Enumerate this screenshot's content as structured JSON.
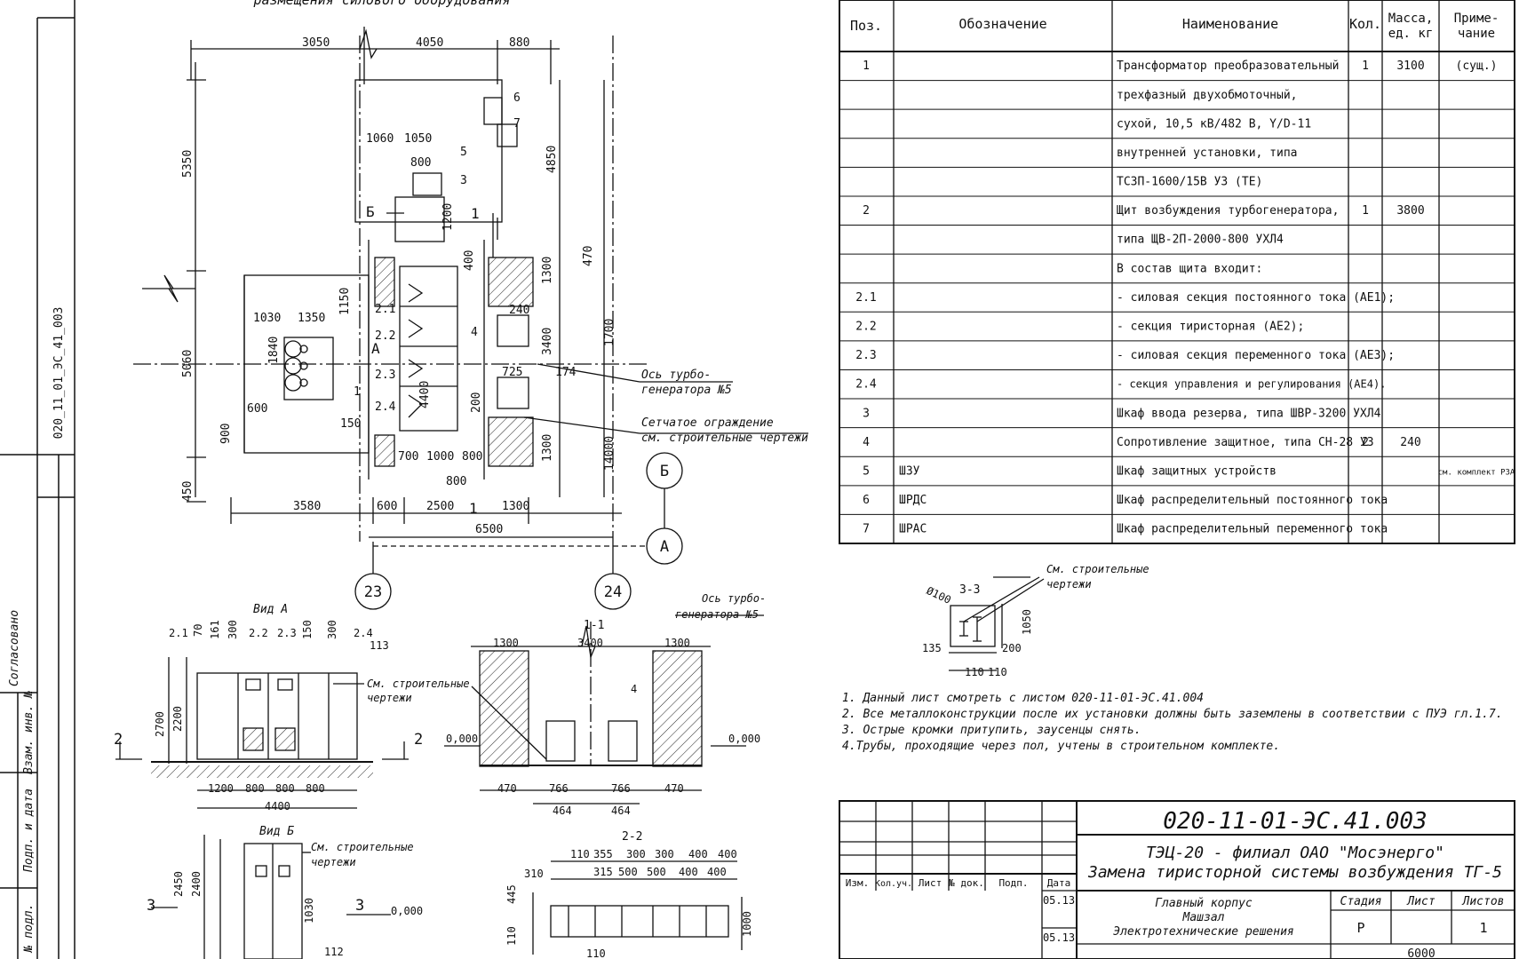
{
  "drawing": {
    "doc_code": "020-11-01-ЭС.41.003",
    "left_code": "020_11_01_ЭС_41_003",
    "top_title": "размещения силового оборудования",
    "side_labels": [
      "Согласовано",
      "Взам. инв. №",
      "Подп. и дата",
      "№ подл."
    ]
  },
  "spec_table": {
    "headers": [
      "Поз.",
      "Обозначение",
      "Наименование",
      "Кол.",
      "Масса, ед. кг",
      "Приме- чание"
    ],
    "rows": [
      [
        "1",
        "",
        "Трансформатор преобразовательный",
        "1",
        "3100",
        "(сущ.)"
      ],
      [
        "",
        "",
        "трехфазный двухобмоточный,",
        "",
        "",
        ""
      ],
      [
        "",
        "",
        "сухой, 10,5 кВ/482 В, Y/D-11",
        "",
        "",
        ""
      ],
      [
        "",
        "",
        "внутренней установки, типа",
        "",
        "",
        ""
      ],
      [
        "",
        "",
        "ТСЗП-1600/15В У3 (ТЕ)",
        "",
        "",
        ""
      ],
      [
        "2",
        "",
        "Щит возбуждения турбогенератора,",
        "1",
        "3800",
        ""
      ],
      [
        "",
        "",
        "типа ЩВ-2П-2000-800 УХЛ4",
        "",
        "",
        ""
      ],
      [
        "",
        "",
        "В состав щита входит:",
        "",
        "",
        ""
      ],
      [
        "2.1",
        "",
        "- силовая секция постоянного тока (АЕ1);",
        "",
        "",
        ""
      ],
      [
        "2.2",
        "",
        "- секция тиристорная (АЕ2);",
        "",
        "",
        ""
      ],
      [
        "2.3",
        "",
        "- силовая секция переменного тока (АЕ3);",
        "",
        "",
        ""
      ],
      [
        "2.4",
        "",
        "- секция управления и регулирования (АЕ4).",
        "",
        "",
        ""
      ],
      [
        "3",
        "",
        "Шкаф ввода резерва, типа ШВР-3200 УХЛ4",
        "",
        "",
        ""
      ],
      [
        "4",
        "",
        "Сопротивление защитное, типа СН-28 У3",
        "2",
        "240",
        ""
      ],
      [
        "5",
        "ШЗУ",
        "Шкаф защитных устройств",
        "",
        "",
        "см. комплект РЗА"
      ],
      [
        "6",
        "ШРДС",
        "Шкаф распределительный постоянного тока",
        "",
        "",
        ""
      ],
      [
        "7",
        "ШРАС",
        "Шкаф распределительный переменного тока",
        "",
        "",
        ""
      ]
    ]
  },
  "notes": [
    "1. Данный лист смотреть с листом  020-11-01-ЭС.41.004",
    "2. Все металлоконструкции после их установки должны быть заземлены в соответствии с ПУЭ гл.1.7.",
    "3. Острые кромки притупить,  заусенцы снять.",
    "4.Трубы, проходящие через пол, учтены в строительном комплекте."
  ],
  "title_block": {
    "code": "020-11-01-ЭС.41.003",
    "project_line1": "ТЭЦ-20 - филиал ОАО \"Мосэнерго\"",
    "project_line2": "Замена тиристорной системы возбуждения ТГ-5",
    "col_headers": [
      "Изм.",
      "Кол.уч.",
      "Лист",
      "№ док.",
      "Подп.",
      "Дата"
    ],
    "dates": [
      "05.13",
      "05.13"
    ],
    "object_lines": [
      "Главный корпус",
      "Машзал",
      "Электротехнические решения"
    ],
    "stage_label": "Стадия",
    "sheet_label": "Лист",
    "sheets_label": "Листов",
    "stage": "Р",
    "sheets": "1",
    "bottom_value": "6000"
  },
  "plan": {
    "dims_top": [
      "3050",
      "4050",
      "880"
    ],
    "dims_bottom": [
      "3580",
      "600",
      "2500",
      "1300"
    ],
    "dim_total_bottom": "6500",
    "dims_left": [
      "5350",
      "5060",
      "450"
    ],
    "dims_right": [
      "4850",
      "470",
      "1700",
      "14000"
    ],
    "dims_inner": [
      "1060",
      "1050",
      "800",
      "1200",
      "400",
      "1030",
      "1350",
      "1150",
      "1840",
      "600",
      "150",
      "900",
      "1300",
      "240",
      "3400",
      "725",
      "174",
      "200",
      "1300",
      "700",
      "1000",
      "800",
      "800",
      "4400"
    ],
    "labels": [
      "1",
      "2.1",
      "2.2",
      "2.3",
      "2.4",
      "3",
      "4",
      "5",
      "6",
      "7",
      "Б",
      "1",
      "A",
      "1"
    ],
    "axis_text_1": "Ось турбо-",
    "axis_text_2": "генератора №5",
    "fence_text_1": "Сетчатое ограждение",
    "fence_text_2": "см. строительные чертежи",
    "axis_numbers": [
      "23",
      "24"
    ],
    "circle_letters": [
      "Б",
      "A"
    ]
  },
  "view_a": {
    "title": "Вид А",
    "dims_top": [
      "2.1",
      "70",
      "161",
      "300",
      "2.2",
      "2.3",
      "150",
      "300",
      "2.4",
      "113"
    ],
    "dims_bottom": [
      "1200",
      "800",
      "800",
      "800"
    ],
    "dim_total": "4400",
    "dims_left": [
      "2700",
      "2200"
    ],
    "note_1": "См. строительные",
    "note_2": "чертежи",
    "marker_left": "2",
    "marker_right": "2"
  },
  "section_1_1": {
    "title": "1-1",
    "dims_top": [
      "1300",
      "3400",
      "1300"
    ],
    "dims_bottom": [
      "470",
      "766",
      "766",
      "470"
    ],
    "dims_bottom2": [
      "464",
      "464"
    ],
    "level_left": "0,000",
    "level_right": "0,000",
    "label_4": "4",
    "axis_text_1": "Ось турбо-",
    "axis_text_2": "генератора №5"
  },
  "view_b": {
    "title": "Вид Б",
    "dims_left": [
      "2450",
      "2400",
      "1030"
    ],
    "dims_bottom": [
      "112"
    ],
    "note_1": "См. строительные",
    "note_2": "чертежи",
    "marker_left": "3",
    "marker_right": "3",
    "level": "0,000"
  },
  "section_2_2": {
    "title": "2-2",
    "dims_top1": [
      "110",
      "355",
      "300",
      "300",
      "400",
      "400"
    ],
    "dims_top2": [
      "315",
      "500",
      "500",
      "400",
      "400"
    ],
    "dims_left": [
      "310",
      "445",
      "110"
    ],
    "dims_right": [
      "1000"
    ],
    "dims_bottom": [
      "110"
    ]
  },
  "section_3_3": {
    "title": "3-3",
    "diam": "Ø100",
    "dims": [
      "1050",
      "200",
      "135",
      "110",
      "110"
    ],
    "note_1": "См. строительные",
    "note_2": "чертежи"
  }
}
